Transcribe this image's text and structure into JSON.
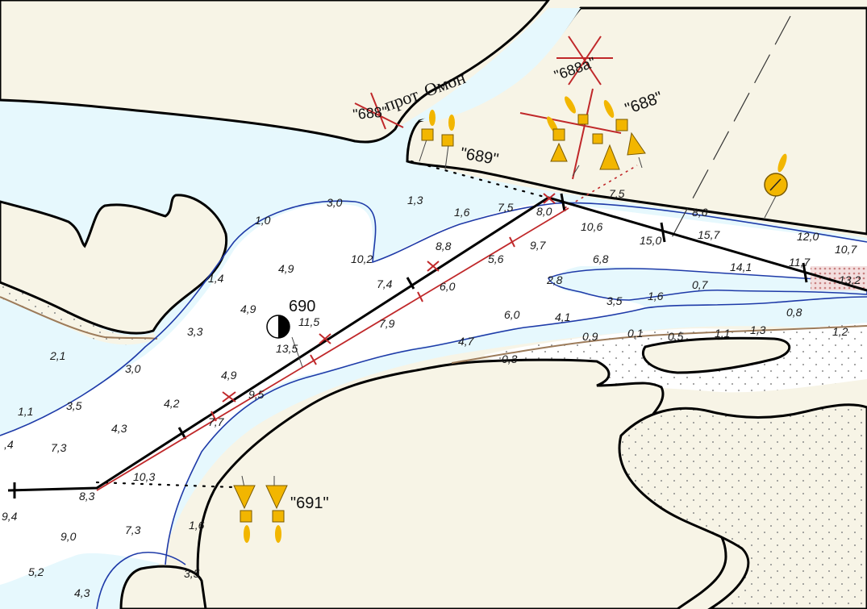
{
  "colors": {
    "land": "#f7f4e6",
    "shallow_water": "#e6f8fd",
    "deep_water": "#ffffff",
    "depth_contour": "#1e3aa8",
    "shoreline": "#000000",
    "sailing_line": "#c0282a",
    "fairway_line": "#000000",
    "beacon": "#f2b600",
    "sandbank_dots": "#8a8a8a",
    "shore_brown": "#9c7b5a",
    "rocks": "#c98080"
  },
  "channel_name": "прот. Омон",
  "signs": {
    "s688_old": "\"688\"",
    "s688a": "\"688а\"",
    "s688": "\"688\"",
    "s689": "\"689\"",
    "s690": "690",
    "s691": "\"691\""
  },
  "icons": {
    "beacon": "lateral-beacon-icon",
    "buoy": "half-filled-buoy-icon",
    "round_sign": "round-beacon-icon",
    "cancelled": "cancel-cross-icon"
  },
  "depths": {
    "d1": "3,0",
    "d2": "1,3",
    "d3": "1,6",
    "d4": "7,5",
    "d5": "8,0",
    "d6": "7,5",
    "d7": "8,6",
    "d8": "1,0",
    "d9": "10,6",
    "d10": "15,0",
    "d11": "15,7",
    "d12": "12,0",
    "d13": "10,7",
    "d14": "10,2",
    "d15": "8,8",
    "d16": "9,7",
    "d17": "5,6",
    "d18": "6,8",
    "d19": "14,1",
    "d20": "11,7",
    "d21": "13,2",
    "d22": "4,9",
    "d23": "1,4",
    "d24": "7,4",
    "d25": "6,0",
    "d26": "2,8",
    "d27": "1,6",
    "d28": "0,7",
    "d29": "4,9",
    "d30": "3,5",
    "d31": "0,8",
    "d32": "11,5",
    "d33": "7,9",
    "d34": "6,0",
    "d35": "4,1",
    "d36": "3,3",
    "d37": "13,5",
    "d38": "0,9",
    "d39": "0,1",
    "d40": "0,5",
    "d41": "1,1",
    "d42": "1,3",
    "d43": "1,2",
    "d44": "2,1",
    "d45": "3,0",
    "d46": "4,7",
    "d47": "0,3",
    "d48": "4,9",
    "d49": "9,5",
    "d50": "1,1",
    "d51": "3,5",
    "d52": "4,2",
    "d53": "7,7",
    "d54": "4,3",
    "d55": "7,3",
    "d56": ",4",
    "d57": "10,3",
    "d58": "8,3",
    "d59": "9,4",
    "d60": "9,0",
    "d61": "7,3",
    "d62": "1,6",
    "d63": "5,2",
    "d64": "4,3",
    "d65": "3,5"
  }
}
